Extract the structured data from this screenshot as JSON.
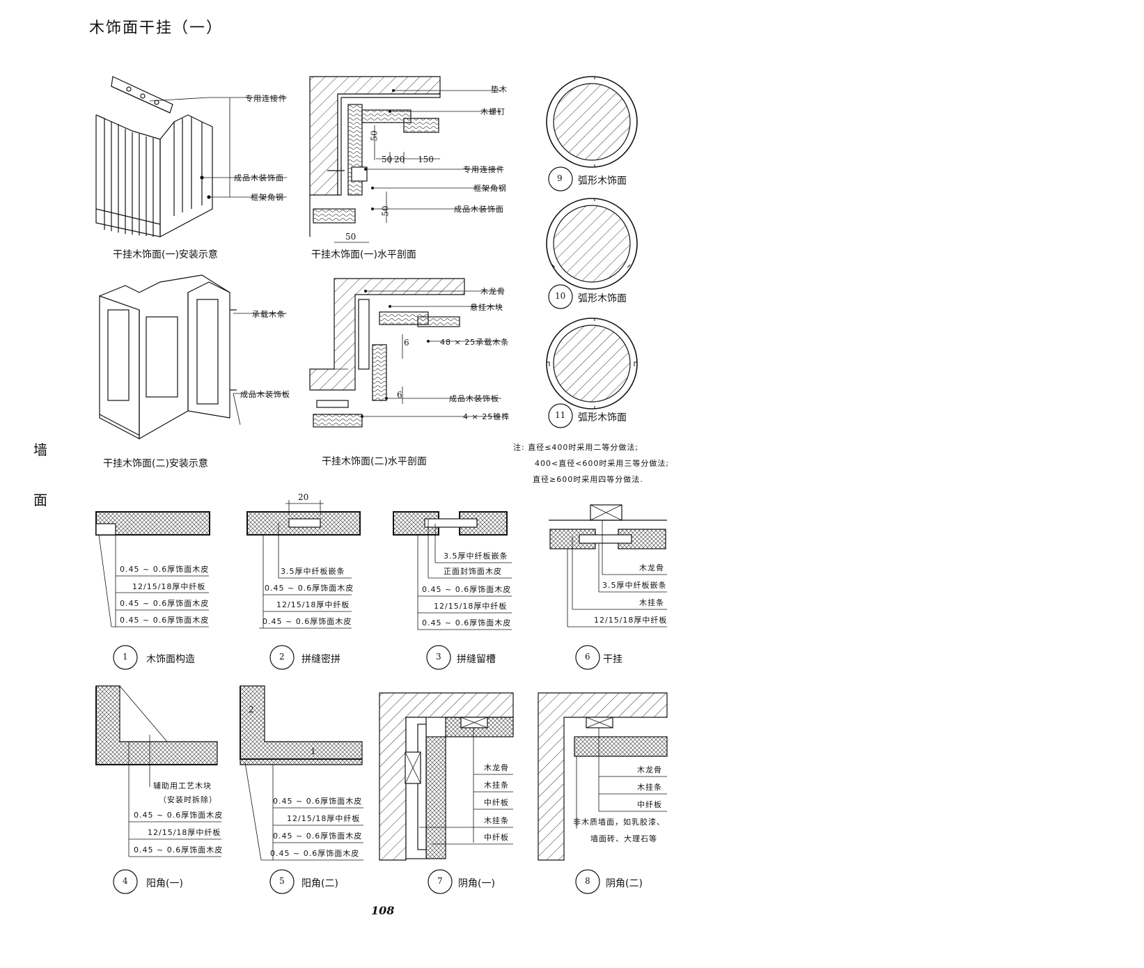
{
  "title": "木饰面干挂（一）",
  "side_labels": [
    "墙",
    "面"
  ],
  "page_number": "108",
  "top_diagrams": {
    "d1": {
      "caption": "干挂木饰面(一)安装示意",
      "labels": [
        "专用连接件",
        "成品木装饰面",
        "框架角钢"
      ]
    },
    "d2": {
      "caption": "干挂木饰面(一)水平剖面",
      "labels": [
        "垫木",
        "木螺钉",
        "专用连接件",
        "框架角钢",
        "成品木装饰面"
      ],
      "dims": [
        "50",
        "50",
        "20",
        "150",
        "50",
        "50"
      ]
    },
    "d3": {
      "caption": "干挂木饰面(二)安装示意",
      "labels": [
        "承载木条",
        "成品木装饰板"
      ]
    },
    "d4": {
      "caption": "干挂木饰面(二)水平剖面",
      "labels": [
        "木龙骨",
        "悬挂木块",
        "48 × 25承载木条",
        "成品木装饰板",
        "4 × 25锥榫"
      ],
      "dims": [
        "6",
        "6"
      ]
    }
  },
  "circles": [
    {
      "num": "9",
      "label": "弧形木饰面"
    },
    {
      "num": "10",
      "label": "弧形木饰面"
    },
    {
      "num": "11",
      "label": "弧形木饰面"
    }
  ],
  "note": [
    "注: 直径≤400时采用二等分做法;",
    "400<直径<600时采用三等分做法;",
    "直径≥600时采用四等分做法."
  ],
  "details": [
    {
      "num": "1",
      "title": "木饰面构造",
      "labels": [
        "0.45 ~ 0.6厚饰面木皮",
        "12/15/18厚中纤板",
        "0.45 ~ 0.6厚饰面木皮",
        "0.45 ~ 0.6厚饰面木皮"
      ]
    },
    {
      "num": "2",
      "title": "拼缝密拼",
      "dim": "20",
      "labels": [
        "3.5厚中纤板嵌条",
        "0.45 ~ 0.6厚饰面木皮",
        "12/15/18厚中纤板",
        "0.45 ~ 0.6厚饰面木皮"
      ]
    },
    {
      "num": "3",
      "title": "拼缝留槽",
      "labels": [
        "3.5厚中纤板嵌条",
        "正面封饰面木皮",
        "0.45 ~ 0.6厚饰面木皮",
        "12/15/18厚中纤板",
        "0.45 ~ 0.6厚饰面木皮"
      ]
    },
    {
      "num": "6",
      "title": "干挂",
      "labels": [
        "木龙骨",
        "3.5厚中纤板嵌条",
        "木挂条",
        "12/15/18厚中纤板"
      ]
    },
    {
      "num": "4",
      "title": "阳角(一)",
      "labels": [
        "辅助用工艺木块",
        "（安装时拆除）",
        "0.45 ~ 0.6厚饰面木皮",
        "12/15/18厚中纤板",
        "0.45 ~ 0.6厚饰面木皮"
      ]
    },
    {
      "num": "5",
      "title": "阳角(二)",
      "marks": [
        "2",
        "1"
      ],
      "labels": [
        "0.45 ~ 0.6厚饰面木皮",
        "12/15/18厚中纤板",
        "0.45 ~ 0.6厚饰面木皮",
        "0.45 ~ 0.6厚饰面木皮"
      ]
    },
    {
      "num": "7",
      "title": "阴角(一)",
      "labels": [
        "木龙骨",
        "木挂条",
        "中纤板",
        "木挂条",
        "中纤板"
      ]
    },
    {
      "num": "8",
      "title": "阴角(二)",
      "labels": [
        "木龙骨",
        "木挂条",
        "中纤板",
        "非木质墙面，如乳胶漆、",
        "墙面砖、大理石等"
      ]
    }
  ]
}
